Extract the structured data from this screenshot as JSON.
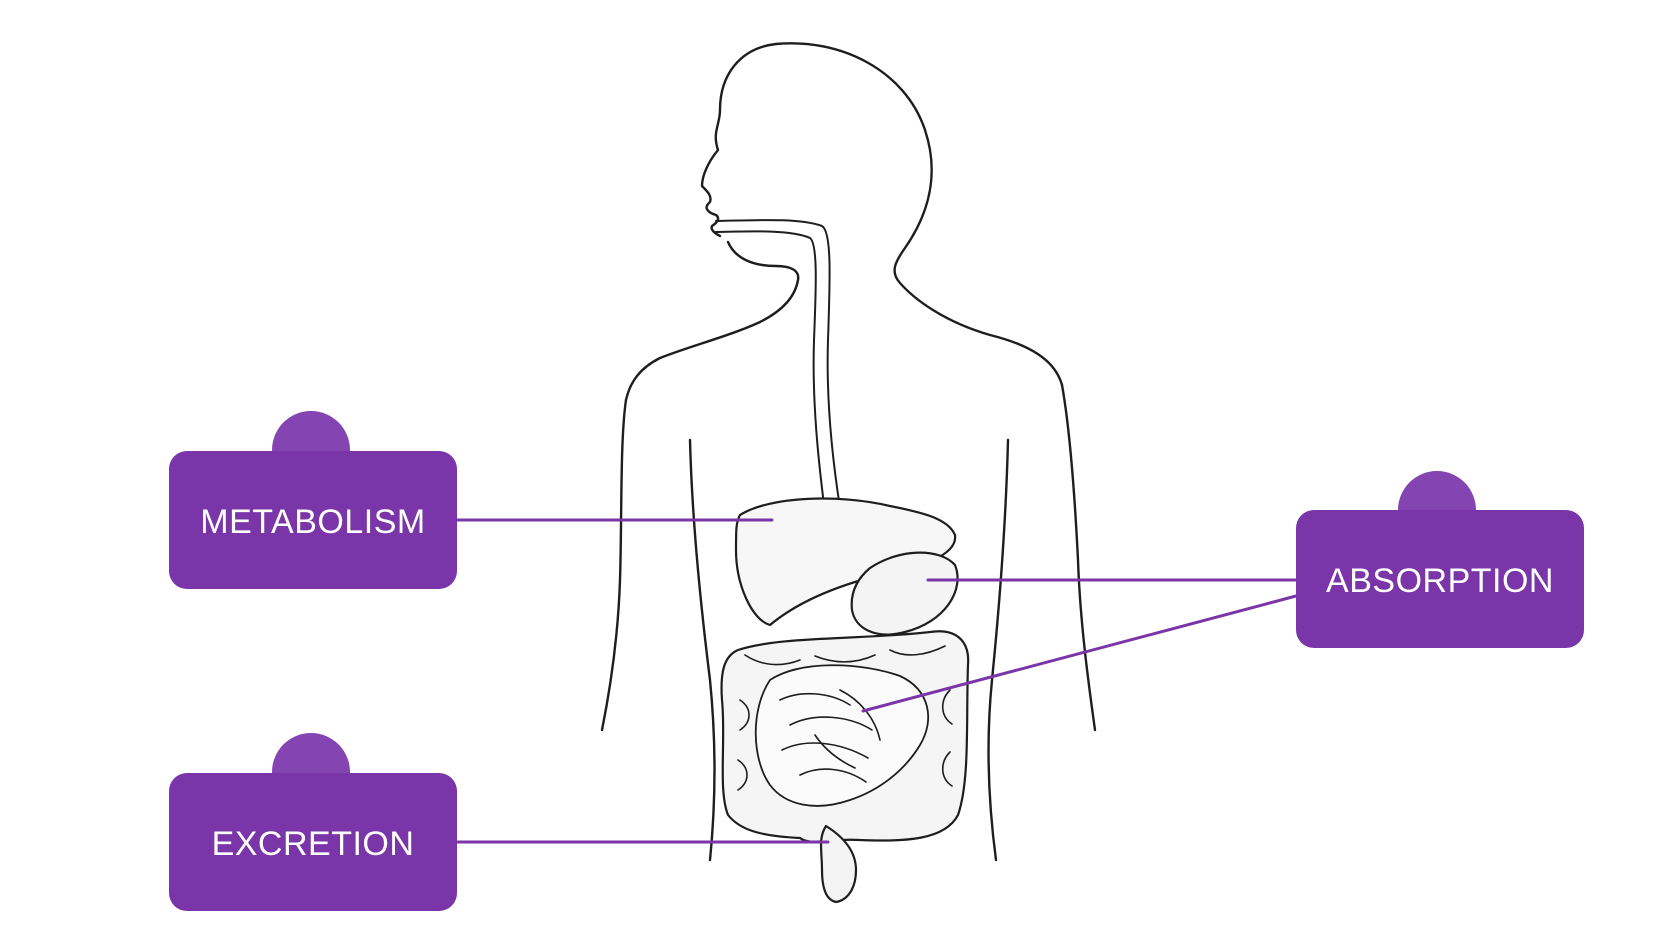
{
  "colors": {
    "label_fill": "#7a35a8",
    "label_tab": "#8444b2",
    "leader_line": "#7a35a8",
    "outline": "#1e1e1e"
  },
  "labels": {
    "metabolism": "METABOLISM",
    "absorption": "ABSORPTION",
    "excretion": "EXCRETION"
  },
  "illustration": {
    "subject": "human-digestive-system-outline"
  }
}
